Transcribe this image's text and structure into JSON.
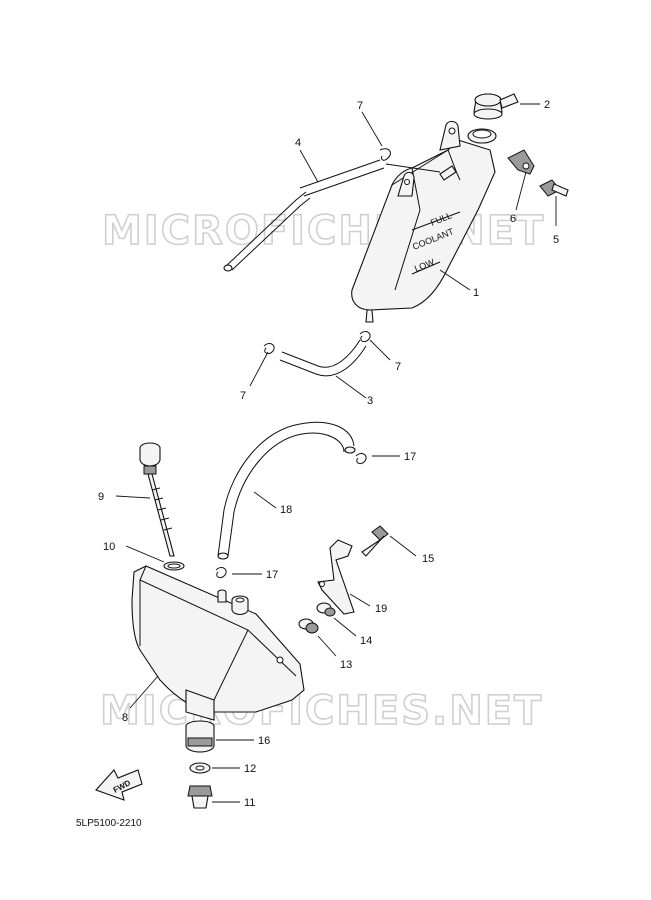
{
  "watermark": "MICROFICHES.NET",
  "diagram_code": "5LP5100-2210",
  "fwd_label": "FWD",
  "reservoir_labels": {
    "full": "FULL",
    "coolant": "COOLANT",
    "low": "LOW"
  },
  "callouts": {
    "c1": "1",
    "c2": "2",
    "c3": "3",
    "c4": "4",
    "c5": "5",
    "c6": "6",
    "c7a": "7",
    "c7b": "7",
    "c7c": "7",
    "c8": "8",
    "c9": "9",
    "c10": "10",
    "c11": "11",
    "c12": "12",
    "c13": "13",
    "c14": "14",
    "c15": "15",
    "c16": "16",
    "c17a": "17",
    "c17b": "17",
    "c18": "18",
    "c19": "19"
  }
}
